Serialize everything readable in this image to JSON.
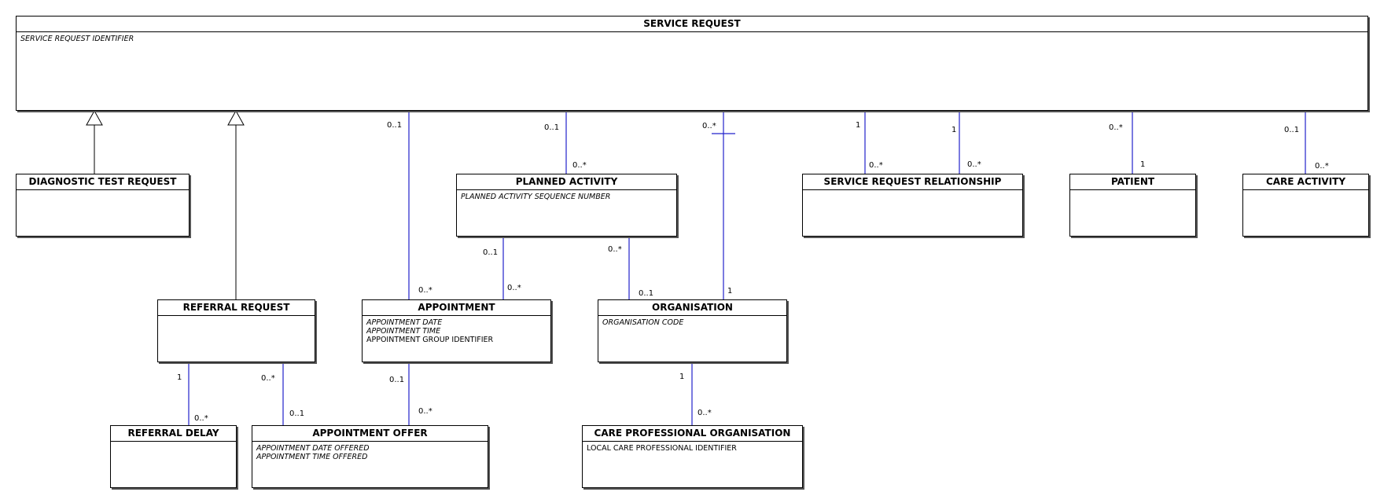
{
  "entities": {
    "service_request": {
      "name": "SERVICE REQUEST",
      "attributes": [
        {
          "text": "SERVICE REQUEST IDENTIFIER",
          "italic": true
        }
      ]
    },
    "diagnostic_test_request": {
      "name": "DIAGNOSTIC TEST REQUEST",
      "attributes": []
    },
    "planned_activity": {
      "name": "PLANNED ACTIVITY",
      "attributes": [
        {
          "text": "PLANNED ACTIVITY SEQUENCE NUMBER",
          "italic": true
        }
      ]
    },
    "service_request_relationship": {
      "name": "SERVICE REQUEST RELATIONSHIP",
      "attributes": []
    },
    "patient": {
      "name": "PATIENT",
      "attributes": []
    },
    "care_activity": {
      "name": "CARE ACTIVITY",
      "attributes": []
    },
    "referral_request": {
      "name": "REFERRAL REQUEST",
      "attributes": []
    },
    "appointment": {
      "name": "APPOINTMENT",
      "attributes": [
        {
          "text": "APPOINTMENT DATE",
          "italic": true
        },
        {
          "text": "APPOINTMENT TIME",
          "italic": true
        },
        {
          "text": "APPOINTMENT GROUP IDENTIFIER",
          "italic": false
        }
      ]
    },
    "organisation": {
      "name": "ORGANISATION",
      "attributes": [
        {
          "text": "ORGANISATION CODE",
          "italic": true
        }
      ]
    },
    "referral_delay": {
      "name": "REFERRAL DELAY",
      "attributes": []
    },
    "appointment_offer": {
      "name": "APPOINTMENT OFFER",
      "attributes": [
        {
          "text": "APPOINTMENT DATE OFFERED",
          "italic": true
        },
        {
          "text": "APPOINTMENT TIME OFFERED",
          "italic": true
        }
      ]
    },
    "care_professional_organisation": {
      "name": "CARE PROFESSIONAL ORGANISATION",
      "attributes": [
        {
          "text": "LOCAL CARE PROFESSIONAL IDENTIFIER",
          "italic": false
        }
      ]
    }
  },
  "multiplicities": {
    "sr_appointment_top": "0..1",
    "sr_appointment_bottom": "0..*",
    "sr_planned_top": "0..1",
    "sr_planned_bottom": "0..*",
    "sr_org_top": "0..*",
    "sr_org_bottom": "1",
    "sr_rel1_top": "1",
    "sr_rel1_bottom": "0..*",
    "sr_rel2_top": "1",
    "sr_rel2_bottom": "0..*",
    "sr_patient_top": "0..*",
    "sr_patient_bottom": "1",
    "sr_care_top": "0..1",
    "sr_care_bottom": "0..*",
    "pa_appt_top": "0..1",
    "pa_appt_bottom": "0..*",
    "pa_org_top": "0..*",
    "pa_org_bottom": "0..1",
    "rr_delay_top": "1",
    "rr_delay_bottom": "0..*",
    "rr_offer_top": "0..*",
    "rr_offer_bottom": "0..1",
    "appt_offer_top": "0..1",
    "appt_offer_bottom": "0..*",
    "org_cpo_top": "1",
    "org_cpo_bottom": "0..*"
  },
  "colors": {
    "association_line": "#2222cc",
    "generalization_line": "#000000"
  }
}
